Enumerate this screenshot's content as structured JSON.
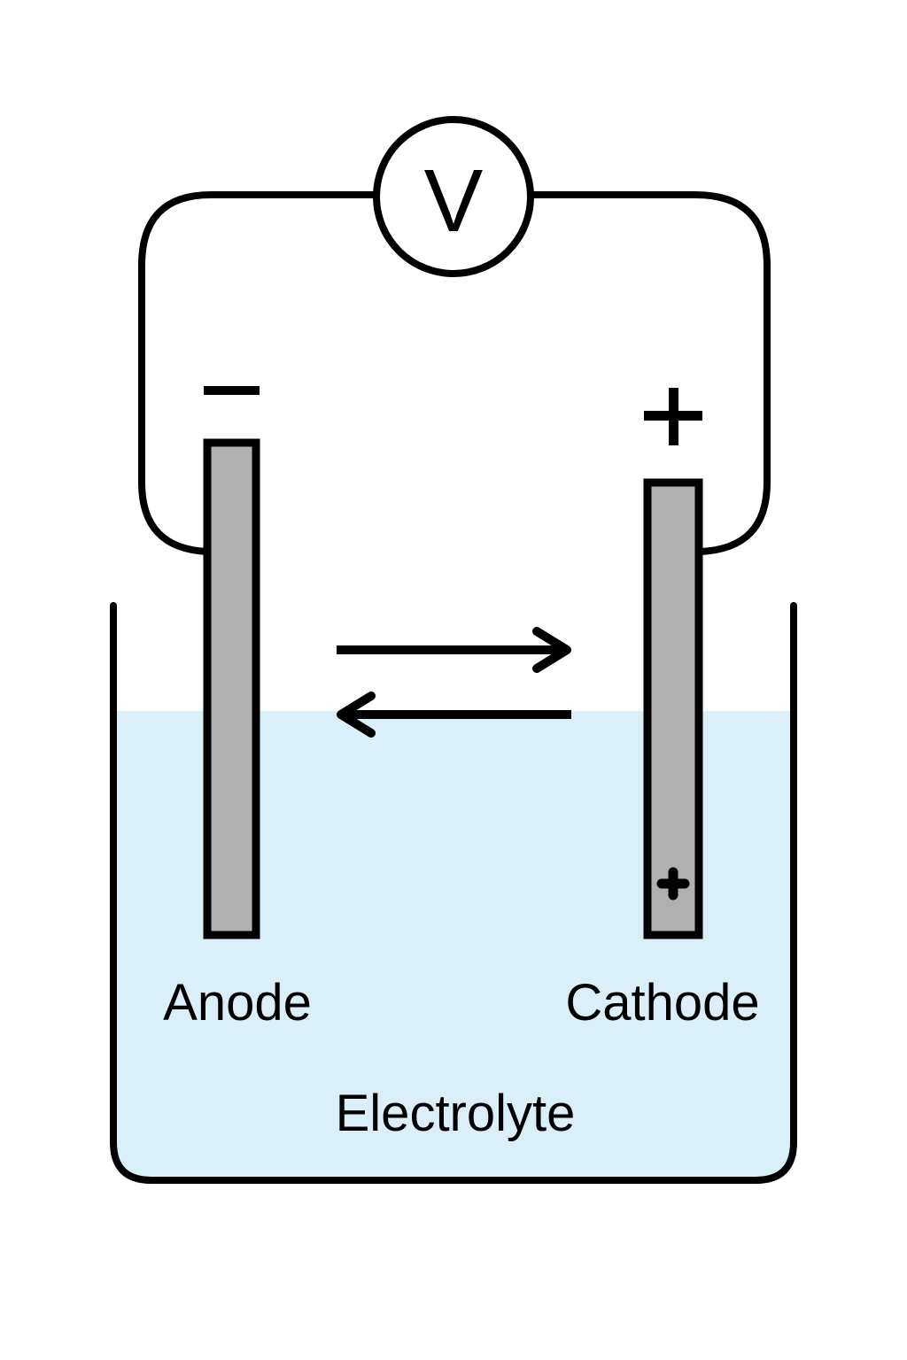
{
  "diagram": {
    "title": "Electrochemical cell",
    "voltmeter": {
      "symbol": "V",
      "name": "Voltmeter"
    },
    "anode": {
      "label": "Anode",
      "polarity": "−"
    },
    "cathode": {
      "label": "Cathode",
      "polarity": "+",
      "ion_mark": "+"
    },
    "electrolyte": {
      "label": "Electrolyte"
    },
    "arrows": [
      {
        "direction": "right",
        "meaning": "forward"
      },
      {
        "direction": "left",
        "meaning": "reverse"
      }
    ]
  },
  "colors": {
    "stroke": "#000000",
    "electrode_fill": "#b0b0b0",
    "electrolyte_fill": "#dbeff9",
    "background": "#ffffff"
  }
}
